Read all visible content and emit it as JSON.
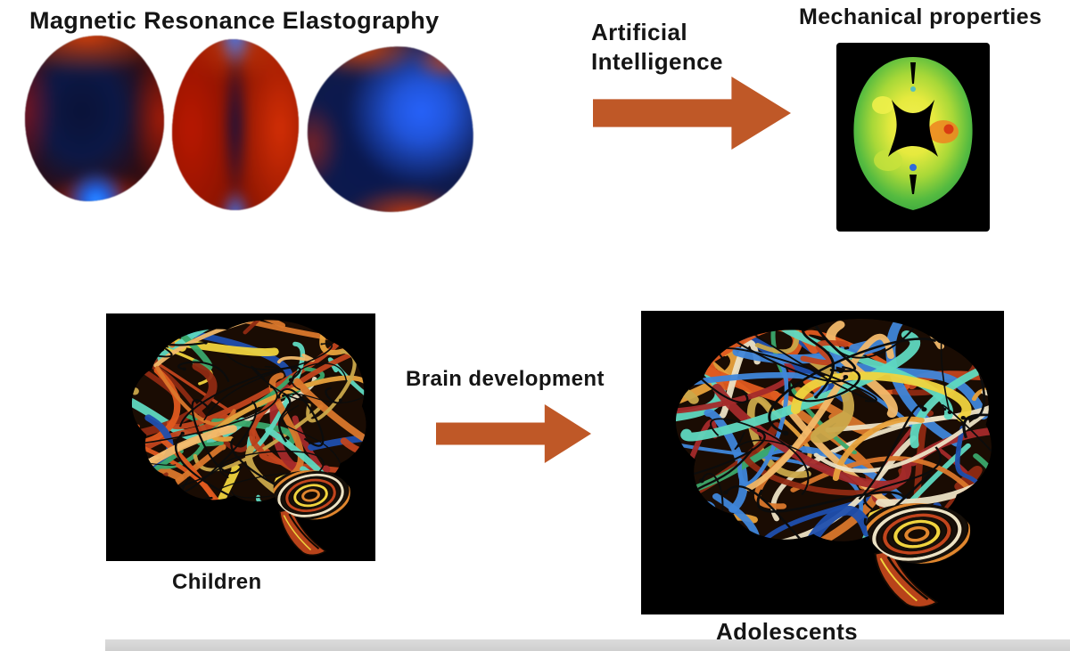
{
  "labels": {
    "mre_title": "Magnetic Resonance Elastography",
    "ai_line1": "Artificial",
    "ai_line2": "Intelligence",
    "mech_title": "Mechanical properties",
    "brain_dev": "Brain development",
    "children": "Children",
    "adolescents": "Adolescents"
  },
  "colors": {
    "arrow": "#bf5827"
  }
}
